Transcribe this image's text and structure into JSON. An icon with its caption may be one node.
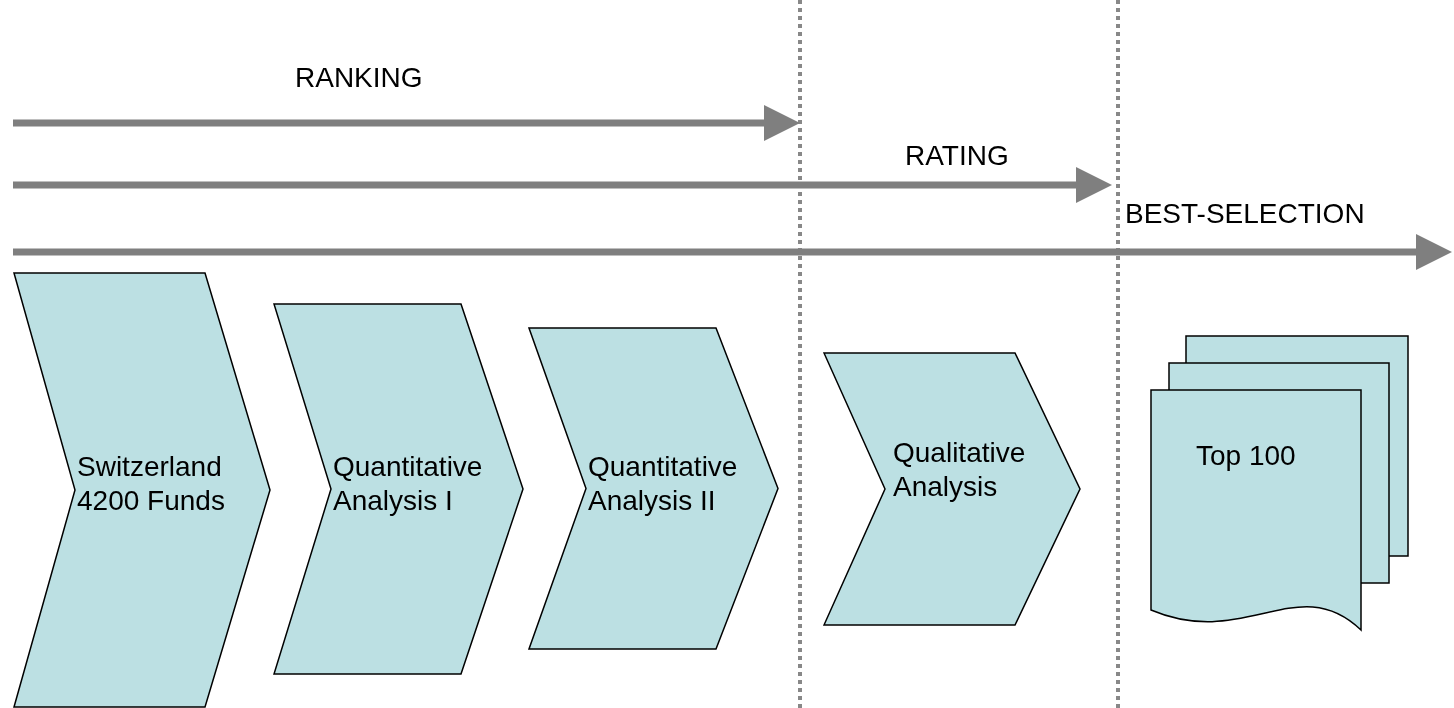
{
  "diagram": {
    "nodes": [
      {
        "text": [
          "Switzerland 4200 Funds"
        ]
      },
      {
        "text": [
          "Quantitative Analysis I"
        ]
      },
      {
        "text": [
          "Quantitative Analysis II"
        ]
      },
      {
        "text": [
          "Qualitative Analysis"
        ]
      },
      {
        "text": [
          "Top 100"
        ]
      }
    ],
    "labels": [
      "RANKING",
      "RATING",
      "BEST-SELECTION"
    ]
  }
}
